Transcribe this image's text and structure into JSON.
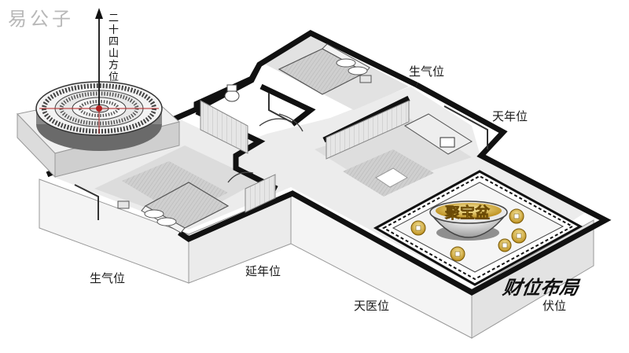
{
  "brand": "易公子",
  "compass_label": "二十四山方位",
  "box_label": "聚宝盆",
  "title": "财位布局",
  "positions": {
    "shengqi_top": "生气位",
    "tiannian": "天年位",
    "shengqi_bottom": "生气位",
    "yannian": "延年位",
    "tianyi": "天医位",
    "fuwei": "伏位"
  },
  "colors": {
    "wall": "#111111",
    "floor": "#d9d9d9",
    "rug": "#bdbdbd",
    "gold": "#e7b93c",
    "base": "#f2f2f2"
  }
}
